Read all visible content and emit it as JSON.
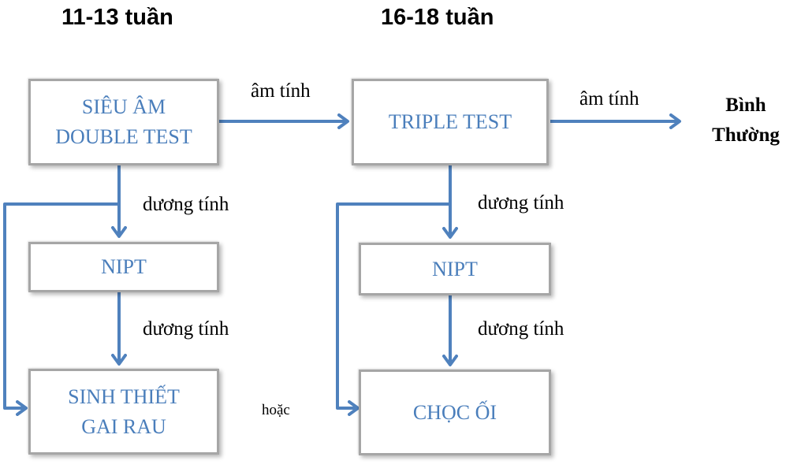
{
  "headers": {
    "left": "11-13 tuần",
    "right": "16-18 tuần"
  },
  "boxes": {
    "double_test": {
      "line1": "SIÊU ÂM",
      "line2": "DOUBLE TEST"
    },
    "triple_test": {
      "label": "TRIPLE TEST"
    },
    "nipt_left": {
      "label": "NIPT"
    },
    "nipt_right": {
      "label": "NIPT"
    },
    "sinh_thiet": {
      "line1": "SINH THIẾT",
      "line2": "GAI RAU"
    },
    "choc_oi": {
      "label": "CHỌC ỐI"
    }
  },
  "edge_labels": {
    "am_tinh_1": "âm tính",
    "am_tinh_2": "âm tính",
    "duong_tinh_1": "dương tính",
    "duong_tinh_2": "dương tính",
    "duong_tinh_3": "dương tính",
    "duong_tinh_4": "dương tính",
    "hoac": "hoặc"
  },
  "result": {
    "line1": "Bình",
    "line2": "Thường"
  },
  "colors": {
    "arrow": "#4f81bd",
    "box_text": "#4a7ebb",
    "box_border": "#a6a6a6"
  }
}
